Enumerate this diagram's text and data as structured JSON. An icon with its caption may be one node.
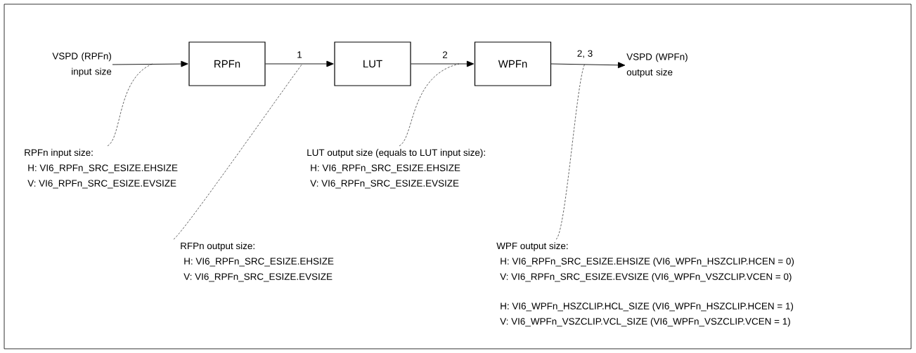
{
  "diagram": {
    "nodes": [
      {
        "text": [
          "VSPD (RPFn) input size"
        ]
      },
      {
        "text": [
          "RPFn"
        ]
      },
      {
        "text": [
          "LUT"
        ]
      },
      {
        "text": [
          "WPFn"
        ]
      },
      {
        "text": [
          "VSPD (WPFn) output size"
        ]
      },
      {
        "text": [
          "RPFn input size:",
          "H: VI6_RPFn_SRC_ESIZE.EHSIZE",
          "V: VI6_RPFn_SRC_ESIZE.EVSIZE"
        ]
      },
      {
        "text": [
          "RFPn output size:",
          "H: VI6_RPFn_SRC_ESIZE.EHSIZE",
          "V: VI6_RPFn_SRC_ESIZE.EVSIZE"
        ]
      },
      {
        "text": [
          "LUT output size (equals to LUT input size):",
          "H: VI6_RPFn_SRC_ESIZE.EHSIZE",
          "V: VI6_RPFn_SRC_ESIZE.EVSIZE"
        ]
      },
      {
        "text": [
          "WPF output size:",
          "H: VI6_RPFn_SRC_ESIZE.EHSIZE (VI6_WPFn_HSZCLIP.HCEN = 0)",
          "V: VI6_RPFn_SRC_ESIZE.EVSIZE (VI6_WPFn_VSZCLIP.VCEN = 0)",
          "H: VI6_WPFn_HSZCLIP.HCL_SIZE (VI6_WPFn_HSZCLIP.HCEN = 1)",
          "V: VI6_WPFn_VSZCLIP.VCL_SIZE (VI6_WPFn_VSZCLIP.VCEN = 1)"
        ]
      }
    ],
    "edges": [
      {
        "from": 0,
        "to": 1,
        "arrow": "to"
      },
      {
        "from": 1,
        "to": 2,
        "arrow": "to",
        "label": "1"
      },
      {
        "from": 2,
        "to": 3,
        "arrow": "to",
        "label": "2"
      },
      {
        "from": 3,
        "to": 4,
        "arrow": "to",
        "label": "2, 3"
      },
      {
        "from": 5,
        "to": null,
        "arrow": "none",
        "style": "dashed"
      },
      {
        "from": 6,
        "to": null,
        "arrow": "none",
        "style": "dashed"
      },
      {
        "from": 7,
        "to": null,
        "arrow": "none",
        "style": "dashed"
      },
      {
        "from": 8,
        "to": null,
        "arrow": "none",
        "style": "dashed"
      }
    ]
  }
}
